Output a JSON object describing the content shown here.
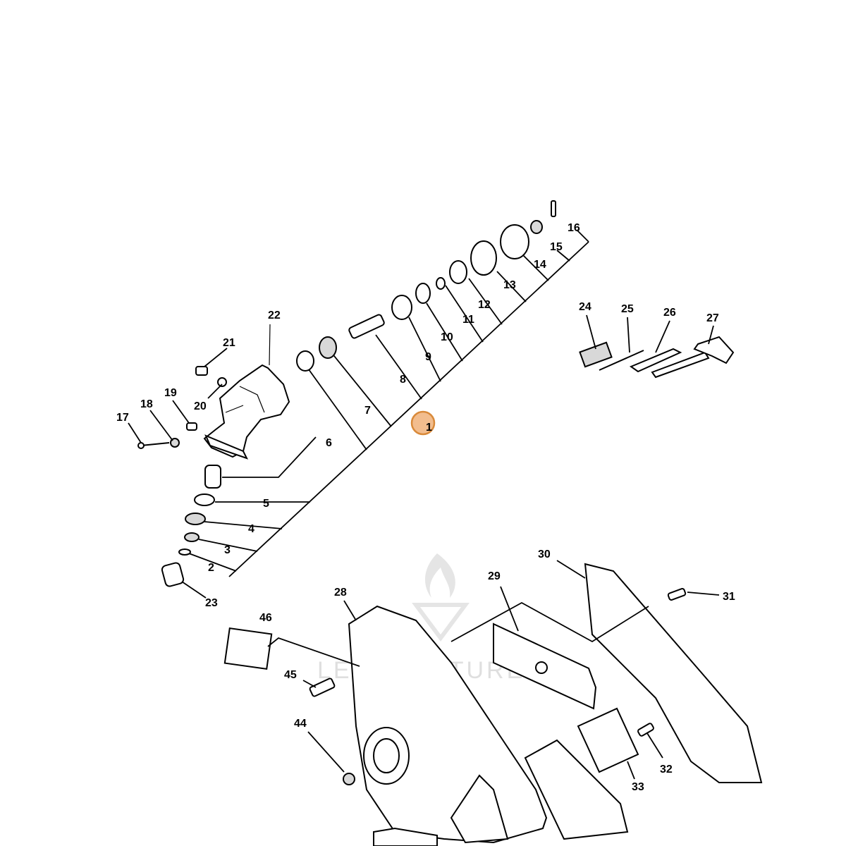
{
  "diagram": {
    "callouts": [
      "1",
      "2",
      "3",
      "4",
      "5",
      "6",
      "7",
      "8",
      "9",
      "10",
      "11",
      "12",
      "13",
      "14",
      "15",
      "16",
      "17",
      "18",
      "19",
      "20",
      "21",
      "22",
      "23",
      "24",
      "25",
      "26",
      "27",
      "28",
      "29",
      "30",
      "31",
      "32",
      "33",
      "44",
      "45",
      "46"
    ],
    "highlight_label": "1",
    "highlight_color": "#f0b27a",
    "highlight_stroke": "#d98a3a",
    "watermark_text": "LEADVENTURE"
  }
}
